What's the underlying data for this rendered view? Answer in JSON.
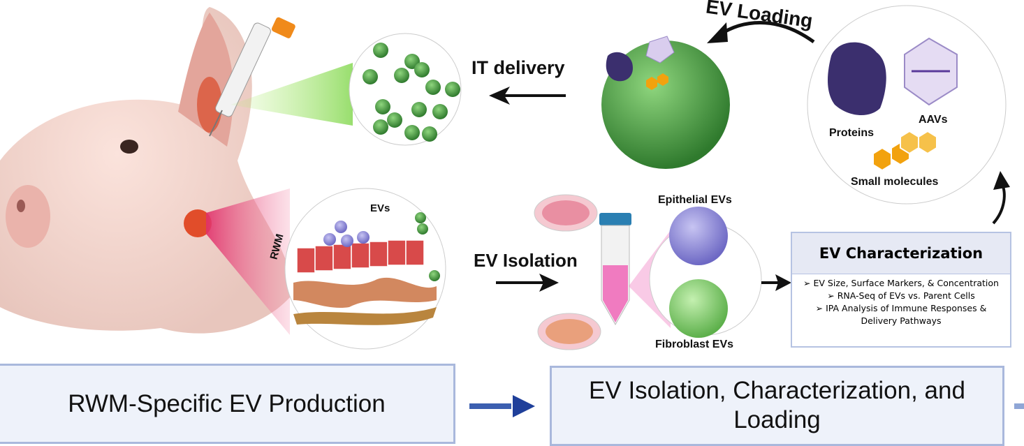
{
  "labels": {
    "it_delivery": "IT delivery",
    "ev_loading": "EV Loading",
    "evs": "EVs",
    "rwm": "RWM",
    "ev_isolation": "EV Isolation",
    "epithelial_evs": "Epithelial EVs",
    "fibroblast_evs": "Fibroblast EVs",
    "proteins": "Proteins",
    "aavs": "AAVs",
    "small_molecules": "Small molecules"
  },
  "characterization": {
    "title": "EV Characterization",
    "items": [
      "EV Size, Surface Markers, & Concentration",
      "RNA-Seq of EVs vs. Parent Cells",
      "IPA Analysis of Immune Responses & Delivery Pathways"
    ]
  },
  "stages": {
    "production": "RWM-Specific EV Production",
    "isolation": "EV Isolation, Characterization, and Loading"
  },
  "colors": {
    "arrow_blue": "#1f3f9a",
    "box_fill": "#eef2fa",
    "box_border": "#a9b8dc",
    "ev_green": "#3f9a3a",
    "ev_purple": "#8a86d6"
  }
}
